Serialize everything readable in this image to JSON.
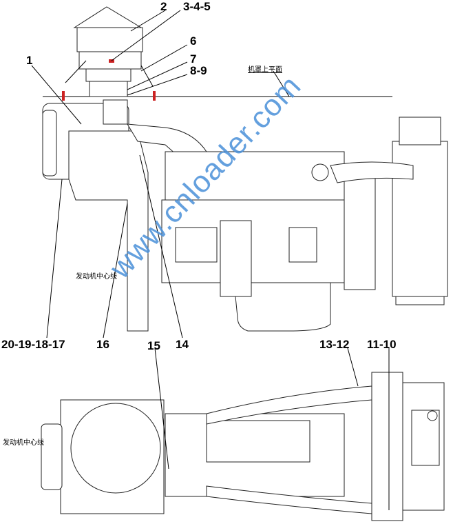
{
  "labels": {
    "l2": "2",
    "l345": "3-4-5",
    "l1": "1",
    "l6": "6",
    "l7": "7",
    "l89": "8-9",
    "hood_plane": "机罩上平面",
    "centerline_top": "发动机中心线",
    "centerline_bottom": "发动机中心线",
    "l20191817": "20-19-18-17",
    "l16": "16",
    "l14": "14",
    "l15": "15",
    "l1312": "13-12",
    "l1110": "11-10"
  },
  "watermark": "www.cnloader.com",
  "colors": {
    "watermark": "#4a90d9",
    "bolt": "#cc2222"
  }
}
